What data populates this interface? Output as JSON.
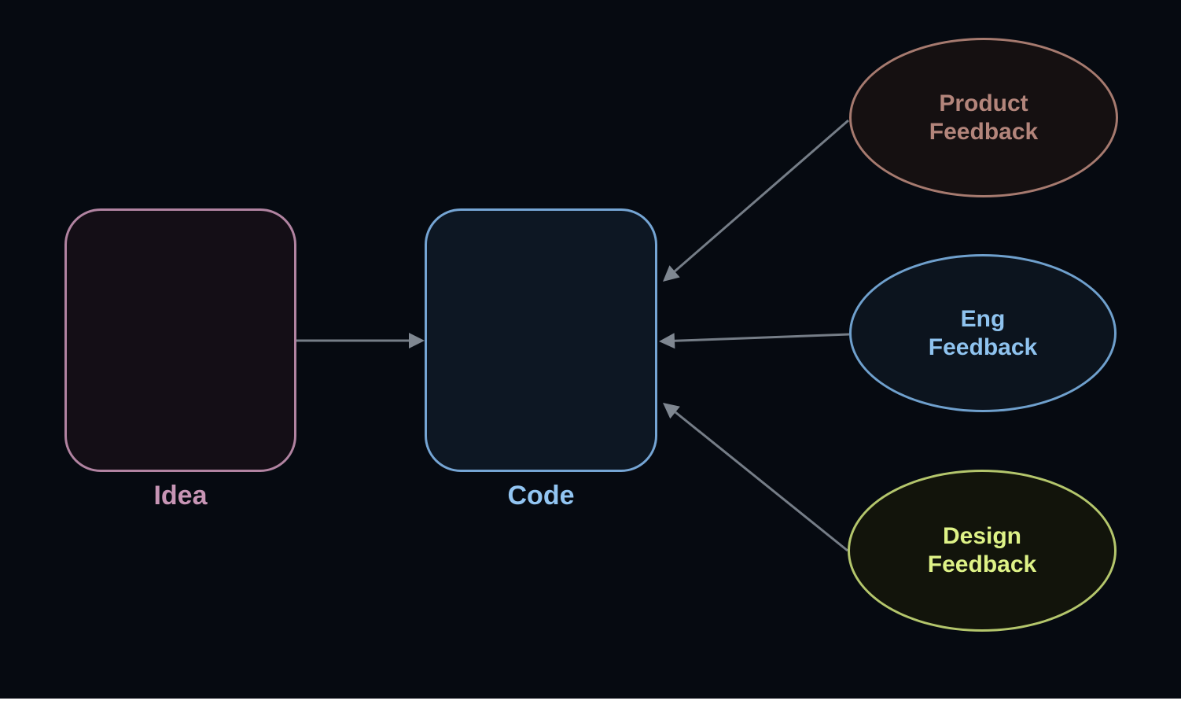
{
  "diagram": {
    "type": "flowchart",
    "background": "#060a11",
    "bottom_strip_color": "#ffffff",
    "arrow": {
      "line_color": "#757d87",
      "head_color": "#7f8791"
    },
    "nodes": {
      "idea": {
        "label": "Idea",
        "shape": "rounded-rectangle",
        "border_color": "#b183a1",
        "fill_color": "#140e16",
        "text_color": "#c795b5"
      },
      "code": {
        "label": "Code",
        "shape": "rounded-rectangle",
        "border_color": "#75a5d4",
        "fill_color": "#0d1723",
        "text_color": "#92c5f2"
      },
      "product_feedback": {
        "label": "Product\nFeedback",
        "shape": "ellipse",
        "border_color": "#a67a6f",
        "fill_color": "#151011",
        "text_color": "#b3857b"
      },
      "eng_feedback": {
        "label": "Eng\nFeedback",
        "shape": "ellipse",
        "border_color": "#6fa0cd",
        "fill_color": "#0c141e",
        "text_color": "#8fc3ef"
      },
      "design_feedback": {
        "label": "Design\nFeedback",
        "shape": "ellipse",
        "border_color": "#b4c66c",
        "fill_color": "#12140b",
        "text_color": "#def287"
      }
    },
    "edges": [
      {
        "from": "Idea",
        "to": "Code"
      },
      {
        "from": "Product Feedback",
        "to": "Code"
      },
      {
        "from": "Eng Feedback",
        "to": "Code"
      },
      {
        "from": "Design Feedback",
        "to": "Code"
      }
    ]
  }
}
